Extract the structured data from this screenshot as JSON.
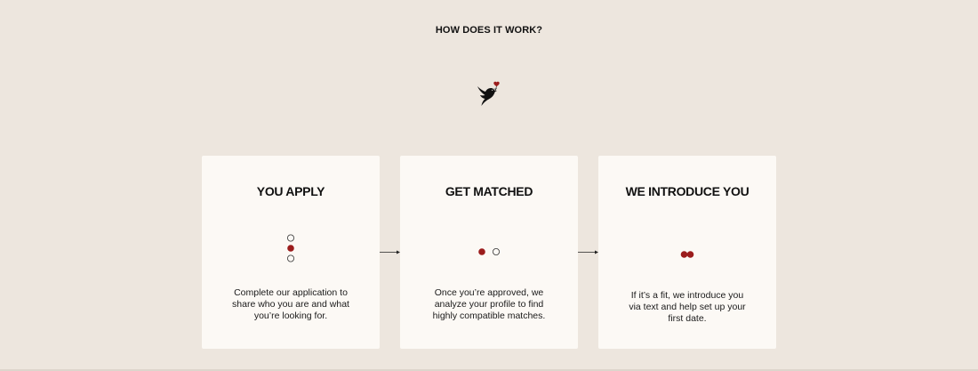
{
  "header": {
    "title": "HOW DOES IT WORK?",
    "logo_icon": "dove-with-heart-icon"
  },
  "colors": {
    "background": "#ede6de",
    "card": "#fcf9f5",
    "accent": "#9b1c1c",
    "text": "#111111"
  },
  "steps": [
    {
      "title": "YOU APPLY",
      "description_lines": [
        "Complete our application to",
        "share who you are and what",
        "you’re looking for."
      ],
      "icon": "three-dots-vertical-icon"
    },
    {
      "title": "GET MATCHED",
      "description_lines": [
        "Once you’re approved, we",
        "analyze your profile to find",
        "highly compatible matches."
      ],
      "icon": "two-dots-matched-icon"
    },
    {
      "title": "WE INTRODUCE YOU",
      "description_lines": [
        "If it’s a fit, we introduce you",
        "via text and help set up your",
        "first date."
      ],
      "icon": "two-dots-joined-icon"
    }
  ]
}
